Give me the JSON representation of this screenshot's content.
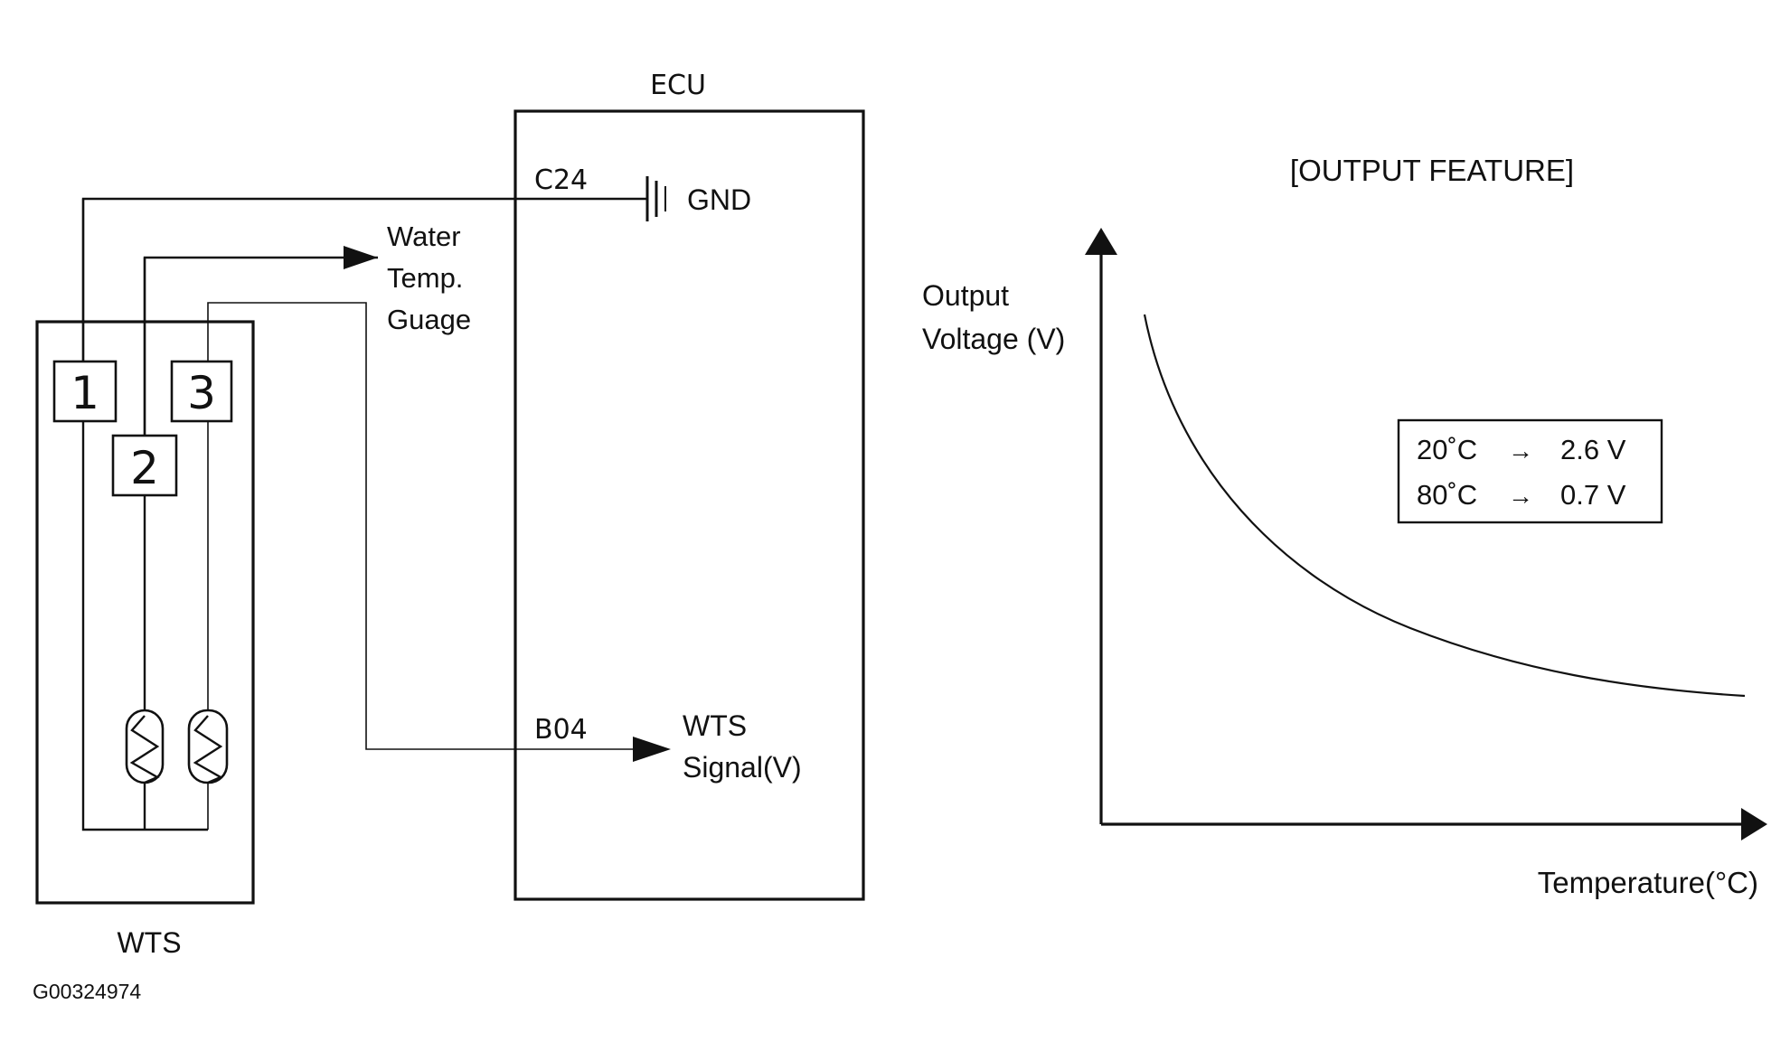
{
  "circuit": {
    "ecu_label": "ECU",
    "sensor_label": "WTS",
    "figure_code": "G00324974",
    "terminals": {
      "gnd_pin": "C24",
      "gnd_label": "GND",
      "signal_pin": "B04",
      "signal_label_line1": "WTS",
      "signal_label_line2": "Signal(V)"
    },
    "gauge_label_lines": [
      "Water",
      "Temp.",
      "Guage"
    ],
    "sensor_pins": [
      "1",
      "2",
      "3"
    ],
    "icons": {
      "ground": "ground-icon",
      "arrow": "arrow-head-icon",
      "thermistor": "thermistor-icon"
    }
  },
  "output_feature": {
    "title": "[OUTPUT FEATURE]",
    "y_axis_label_line1": "Output",
    "y_axis_label_line2": "Voltage (V)",
    "x_axis_label": "Temperature(°C)",
    "spec_rows": [
      {
        "temp": "20˚C",
        "arrow": "→",
        "voltage": "2.6 V"
      },
      {
        "temp": "80˚C",
        "arrow": "→",
        "voltage": "0.7 V"
      }
    ]
  },
  "colors": {
    "ink": "#111111",
    "background": "#ffffff"
  }
}
